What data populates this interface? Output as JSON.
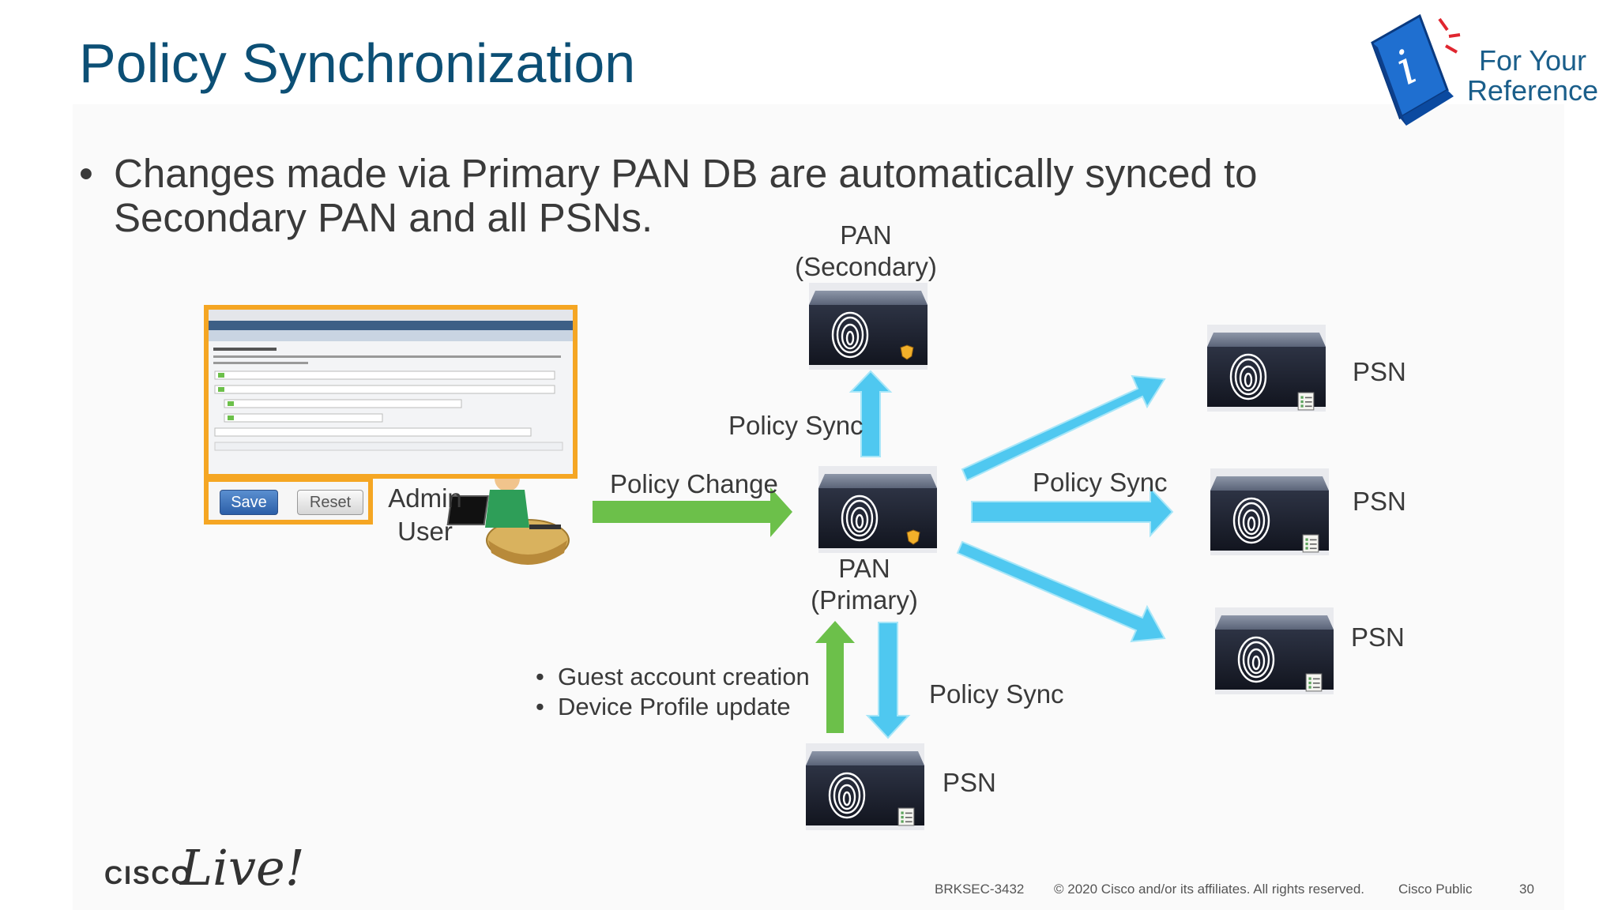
{
  "title": "Policy Synchronization",
  "reference_badge": {
    "line1": "For Your",
    "line2": "Reference",
    "icon": "info-book-icon"
  },
  "main_bullet": {
    "bullet": "•",
    "line1": "Changes made via Primary PAN DB are automatically synced to",
    "line2": "Secondary PAN and all PSNs."
  },
  "admin_ui": {
    "save_label": "Save",
    "reset_label": "Reset"
  },
  "admin_user": {
    "line1": "Admin",
    "line2": "User"
  },
  "nodes": {
    "pan_secondary": {
      "line1": "PAN",
      "line2": "(Secondary)"
    },
    "pan_primary": {
      "line1": "PAN",
      "line2": "(Primary)"
    },
    "psn_label": "PSN"
  },
  "arrows": {
    "policy_change": "Policy Change",
    "policy_sync": "Policy Sync"
  },
  "sub_bullets": [
    "Guest account creation",
    "Device Profile update"
  ],
  "footer": {
    "code": "BRKSEC-3432",
    "copyright": "© 2020  Cisco and/or its affiliates. All rights reserved.",
    "classification": "Cisco Public",
    "page": "30",
    "logo_cisco": "CISCO",
    "logo_live": "Live!"
  },
  "colors": {
    "title": "#0c4f75",
    "sync_arrow": "#4fc8f0",
    "change_arrow": "#6cc04a",
    "highlight": "#f5a623"
  }
}
